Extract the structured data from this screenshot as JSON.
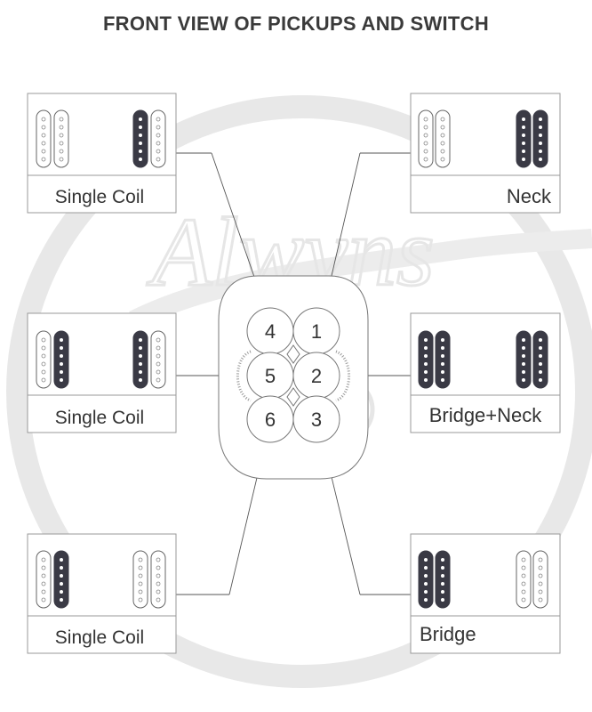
{
  "title": "FRONT VIEW OF PICKUPS AND SWITCH",
  "panels": [
    {
      "label": "Single Coil"
    },
    {
      "label": "Neck"
    },
    {
      "label": "Single Coil"
    },
    {
      "label": "Bridge+Neck"
    },
    {
      "label": "Single Coil"
    },
    {
      "label": "Bridge"
    }
  ],
  "switch_positions": [
    "4",
    "1",
    "5",
    "2",
    "6",
    "3"
  ],
  "watermark": {
    "text": "Alwyns",
    "symbol": "©"
  },
  "colors": {
    "line": "#555555",
    "active_coil": "#3a3a45",
    "inactive_coil": "#ffffff",
    "watermark": "#e6e6e6"
  }
}
